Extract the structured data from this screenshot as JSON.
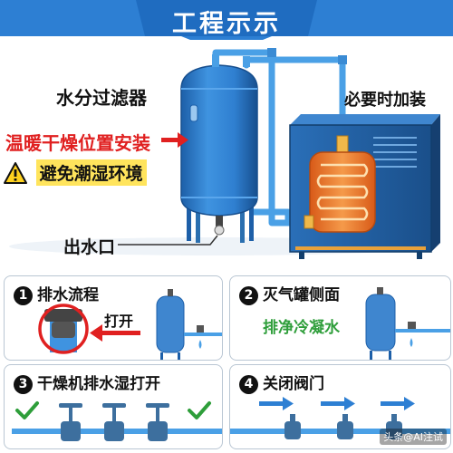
{
  "header": {
    "title": "工程示示"
  },
  "main": {
    "label_filter": "水分过滤器",
    "label_install": "温暖干燥位置安装",
    "label_avoid": "避免潮湿环境",
    "label_outlet": "出水口",
    "label_heat": "必要时加装"
  },
  "steps": [
    {
      "num": "1",
      "title": "排水流程",
      "note": "打开"
    },
    {
      "num": "2",
      "title": "灭气罐侧面",
      "note": "排净冷凝水"
    },
    {
      "num": "3",
      "title": "干燥机排水湿打开"
    },
    {
      "num": "4",
      "title": "关闭阀门"
    }
  ],
  "watermark": "头条@AI注试",
  "colors": {
    "banner": "#2d7fd3",
    "tank": "#2f7fd0",
    "pipe": "#4aa0e6",
    "red": "#e02020",
    "green": "#2e9e3a",
    "heater": "#f07a2a",
    "highlight": "#ffe45c"
  }
}
